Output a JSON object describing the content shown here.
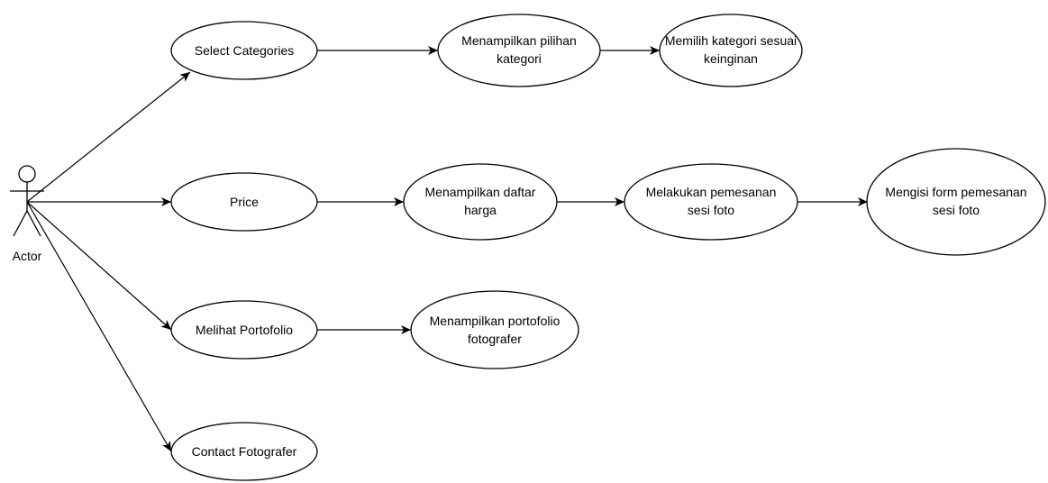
{
  "diagram": {
    "actor": {
      "label": "Actor"
    },
    "use_cases": [
      {
        "id": "select-categories",
        "lines": [
          "Select Categories"
        ]
      },
      {
        "id": "menampilkan-pilihan-kategori",
        "lines": [
          "Menampilkan pilihan",
          "kategori"
        ]
      },
      {
        "id": "memilih-kategori",
        "lines": [
          "Memilih kategori sesuai",
          "keinginan"
        ]
      },
      {
        "id": "price",
        "lines": [
          "Price"
        ]
      },
      {
        "id": "menampilkan-daftar-harga",
        "lines": [
          "Menampilkan daftar",
          "harga"
        ]
      },
      {
        "id": "melakukan-pemesanan",
        "lines": [
          "Melakukan pemesanan",
          "sesi foto"
        ]
      },
      {
        "id": "mengisi-form",
        "lines": [
          "Mengisi form pemesanan",
          "sesi foto"
        ]
      },
      {
        "id": "melihat-portofolio",
        "lines": [
          "Melihat Portofolio"
        ]
      },
      {
        "id": "menampilkan-portofolio",
        "lines": [
          "Menampilkan portofolio",
          "fotografer"
        ]
      },
      {
        "id": "contact-fotografer",
        "lines": [
          "Contact Fotografer"
        ]
      }
    ],
    "connections": [
      {
        "from": "actor",
        "to": "select-categories"
      },
      {
        "from": "actor",
        "to": "price"
      },
      {
        "from": "actor",
        "to": "melihat-portofolio"
      },
      {
        "from": "actor",
        "to": "contact-fotografer"
      },
      {
        "from": "select-categories",
        "to": "menampilkan-pilihan-kategori"
      },
      {
        "from": "menampilkan-pilihan-kategori",
        "to": "memilih-kategori"
      },
      {
        "from": "price",
        "to": "menampilkan-daftar-harga"
      },
      {
        "from": "menampilkan-daftar-harga",
        "to": "melakukan-pemesanan"
      },
      {
        "from": "melakukan-pemesanan",
        "to": "mengisi-form"
      },
      {
        "from": "melihat-portofolio",
        "to": "menampilkan-portofolio"
      }
    ]
  }
}
